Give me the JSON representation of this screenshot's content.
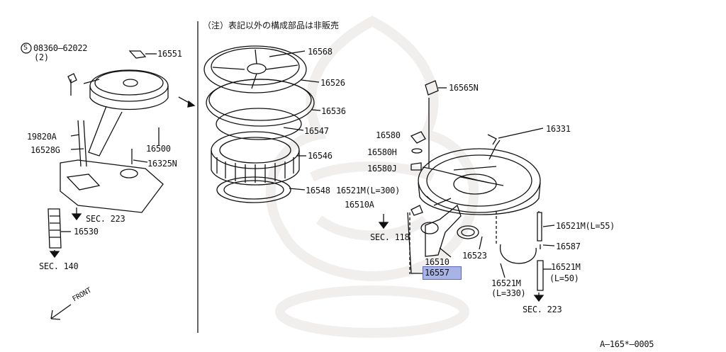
{
  "note": "（注）表記以外の構成部品は非販売",
  "footer_code": "A–165*–0005",
  "front_label": "FRONT",
  "bolt": {
    "number": "08360–62022",
    "qty": "(2)",
    "symbol": "S"
  },
  "parts": {
    "p16551": "16551",
    "p19820A": "19820A",
    "p16528G": "16528G",
    "p16500": "16500",
    "p16325N": "16325N",
    "p16530": "16530",
    "p16568": "16568",
    "p16526": "16526",
    "p16536": "16536",
    "p16547": "16547",
    "p16546": "16546",
    "p16548": "16548",
    "p16565N": "16565N",
    "p16580": "16580",
    "p16580H": "16580H",
    "p16580J": "16580J",
    "p16331": "16331",
    "p16521M_300": "16521M(L=300)",
    "p16510A": "16510A",
    "p16521M_55": "16521M(L=55)",
    "p16587": "16587",
    "p16523": "16523",
    "p16510": "16510",
    "p16557": "16557",
    "p16521M_a": "16521M",
    "p16521M_a_len": "(L=330)",
    "p16521M_b": "16521M",
    "p16521M_b_len": "(L=50)"
  },
  "sections": {
    "sec223_left": "SEC. 223",
    "sec140": "SEC. 140",
    "sec118": "SEC. 118",
    "sec223_right": "SEC. 223"
  },
  "highlight": {
    "part": "16557",
    "color": "#a9b4e6"
  }
}
